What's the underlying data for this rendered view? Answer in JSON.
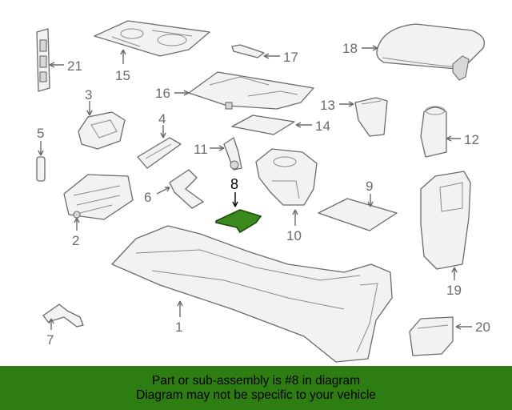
{
  "diagram": {
    "highlight_color": "#3a8a1d",
    "callouts": {
      "c1": "1",
      "c2": "2",
      "c3": "3",
      "c4": "4",
      "c5": "5",
      "c6": "6",
      "c7": "7",
      "c8": "8",
      "c9": "9",
      "c10": "10",
      "c11": "11",
      "c12": "12",
      "c13": "13",
      "c14": "14",
      "c15": "15",
      "c16": "16",
      "c17": "17",
      "c18": "18",
      "c19": "19",
      "c20": "20",
      "c21": "21"
    }
  },
  "banner": {
    "background": "#2e7d12",
    "line1": "Part or sub-assembly is #8 in diagram",
    "line2": "Diagram may not be specific to your vehicle"
  }
}
